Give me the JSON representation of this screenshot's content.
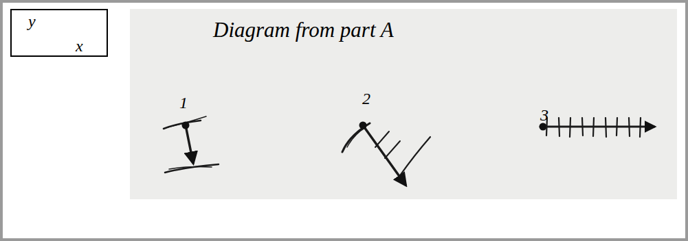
{
  "diagram": {
    "title": "Diagram from part A",
    "nodes": [
      {
        "text": [
          "y",
          "x"
        ]
      }
    ],
    "labels": [
      "1",
      "2",
      "3"
    ]
  }
}
